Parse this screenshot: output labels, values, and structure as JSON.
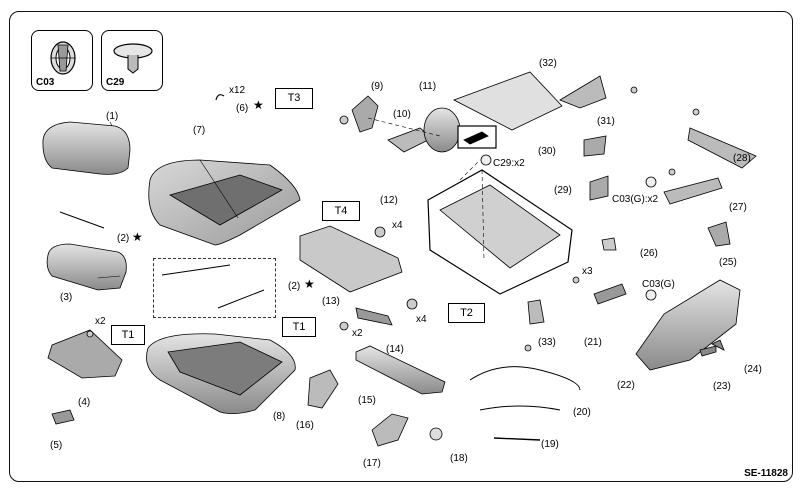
{
  "figure_ref": "SE-11828",
  "clip_legend": [
    {
      "code": "C03"
    },
    {
      "code": "C29"
    }
  ],
  "part_labels": [
    {
      "id": "p1",
      "text": "(1)"
    },
    {
      "id": "p2a",
      "text": "(2)"
    },
    {
      "id": "p2b",
      "text": "(2)"
    },
    {
      "id": "p3",
      "text": "(3)"
    },
    {
      "id": "p4",
      "text": "(4)"
    },
    {
      "id": "p5",
      "text": "(5)"
    },
    {
      "id": "p6",
      "text": "(6)"
    },
    {
      "id": "p7",
      "text": "(7)"
    },
    {
      "id": "p8",
      "text": "(8)"
    },
    {
      "id": "p9",
      "text": "(9)"
    },
    {
      "id": "p10",
      "text": "(10)"
    },
    {
      "id": "p11",
      "text": "(11)"
    },
    {
      "id": "p12",
      "text": "(12)"
    },
    {
      "id": "p13",
      "text": "(13)"
    },
    {
      "id": "p14",
      "text": "(14)"
    },
    {
      "id": "p15",
      "text": "(15)"
    },
    {
      "id": "p16",
      "text": "(16)"
    },
    {
      "id": "p17",
      "text": "(17)"
    },
    {
      "id": "p18",
      "text": "(18)"
    },
    {
      "id": "p19",
      "text": "(19)"
    },
    {
      "id": "p20",
      "text": "(20)"
    },
    {
      "id": "p21",
      "text": "(21)"
    },
    {
      "id": "p22",
      "text": "(22)"
    },
    {
      "id": "p23",
      "text": "(23)"
    },
    {
      "id": "p24",
      "text": "(24)"
    },
    {
      "id": "p25",
      "text": "(25)"
    },
    {
      "id": "p26",
      "text": "(26)"
    },
    {
      "id": "p27",
      "text": "(27)"
    },
    {
      "id": "p28",
      "text": "(28)"
    },
    {
      "id": "p29",
      "text": "(29)"
    },
    {
      "id": "p30",
      "text": "(30)"
    },
    {
      "id": "p31",
      "text": "(31)"
    },
    {
      "id": "p32",
      "text": "(32)"
    },
    {
      "id": "p33",
      "text": "(33)"
    }
  ],
  "quantities": {
    "x12": "x12",
    "x4_t4": "x4",
    "x4_t2": "x4",
    "x2_t1a": "x2",
    "x2_t1b": "x2",
    "x3": "x3",
    "c29x2": "C29:x2",
    "c03gx2": "C03(G):x2",
    "c03g": "C03(G)"
  },
  "torque_labels": {
    "t1a": "T1",
    "t1b": "T1",
    "t2": "T2",
    "t3": "T3",
    "t4": "T4"
  },
  "star_symbol": "★"
}
